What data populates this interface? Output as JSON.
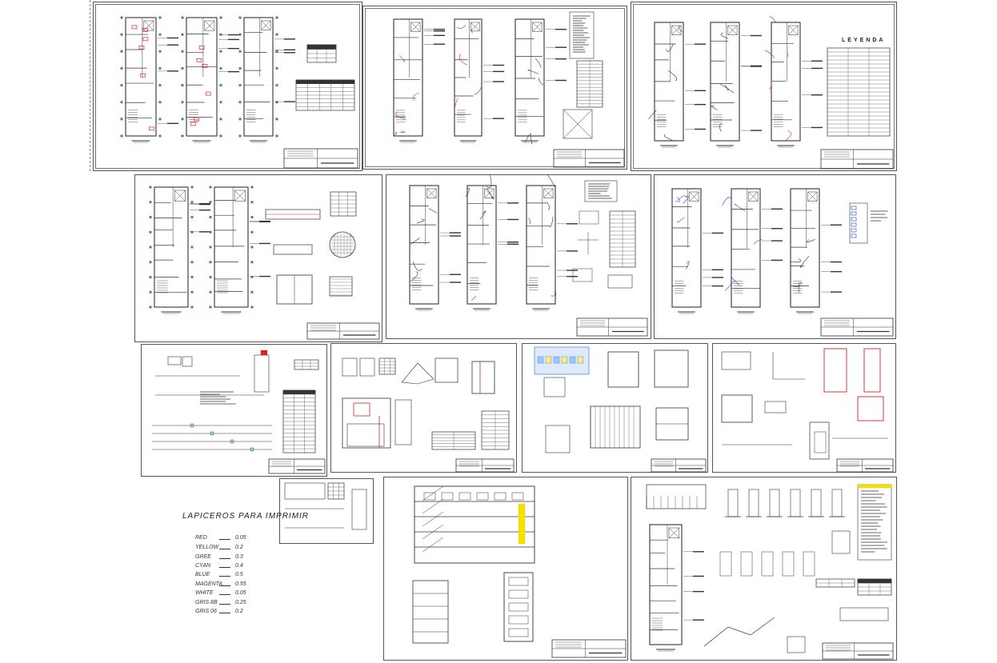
{
  "title": "LAPICEROS PARA IMPRIMIR",
  "pens": [
    {
      "name": "RED",
      "width": "0.05"
    },
    {
      "name": "YELLOW",
      "width": "0.2"
    },
    {
      "name": "GREE",
      "width": "0.3"
    },
    {
      "name": "CYAN",
      "width": "0.4"
    },
    {
      "name": "BLUE",
      "width": "0.5"
    },
    {
      "name": "MAGENTA",
      "width": "0.55"
    },
    {
      "name": "WHITE",
      "width": "0.05"
    },
    {
      "name": "GRIS 8B",
      "width": "0.25"
    },
    {
      "name": "GRIS 06",
      "width": "0.2"
    }
  ],
  "leyenda_label": "LEYENDA",
  "colors": {
    "green": "#2e9e2e",
    "red": "#d22",
    "blue": "#2a3fd0",
    "magenta": "#b020b0",
    "line": "#333333"
  }
}
